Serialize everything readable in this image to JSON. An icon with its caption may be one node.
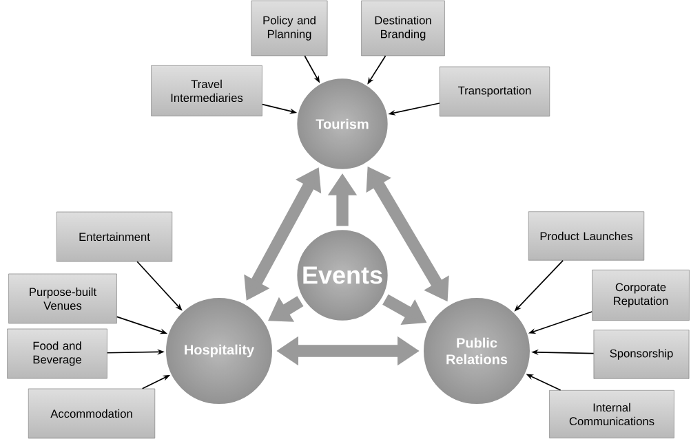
{
  "diagram": {
    "nodes": [
      {
        "text": [
          "Tourism"
        ]
      },
      {
        "text": [
          "Events"
        ]
      },
      {
        "text": [
          "Hospitality"
        ]
      },
      {
        "text": [
          "Public Relations"
        ]
      },
      {
        "text": [
          "Policy and Planning"
        ]
      },
      {
        "text": [
          "Destination Branding"
        ]
      },
      {
        "text": [
          "Travel Intermediaries"
        ]
      },
      {
        "text": [
          "Transportation"
        ]
      },
      {
        "text": [
          "Entertainment"
        ]
      },
      {
        "text": [
          "Purpose-built Venues"
        ]
      },
      {
        "text": [
          "Food and Beverage"
        ]
      },
      {
        "text": [
          "Accommodation"
        ]
      },
      {
        "text": [
          "Product Launches"
        ]
      },
      {
        "text": [
          "Corporate Reputation"
        ]
      },
      {
        "text": [
          "Sponsorship"
        ]
      },
      {
        "text": [
          "Internal Communications"
        ]
      }
    ],
    "edges": [
      {
        "from": 4,
        "to": 0,
        "arrow": "to"
      },
      {
        "from": 5,
        "to": 0,
        "arrow": "to"
      },
      {
        "from": 6,
        "to": 0,
        "arrow": "to"
      },
      {
        "from": 7,
        "to": 0,
        "arrow": "to"
      },
      {
        "from": 8,
        "to": 2,
        "arrow": "to"
      },
      {
        "from": 9,
        "to": 2,
        "arrow": "to"
      },
      {
        "from": 10,
        "to": 2,
        "arrow": "to"
      },
      {
        "from": 11,
        "to": 2,
        "arrow": "to"
      },
      {
        "from": 12,
        "to": 3,
        "arrow": "to"
      },
      {
        "from": 13,
        "to": 3,
        "arrow": "to"
      },
      {
        "from": 14,
        "to": 3,
        "arrow": "to"
      },
      {
        "from": 15,
        "to": 3,
        "arrow": "to"
      },
      {
        "from": 0,
        "to": 2,
        "arrow": "both",
        "style": "thick",
        "color": "#9a9a9a"
      },
      {
        "from": 0,
        "to": 3,
        "arrow": "both",
        "style": "thick",
        "color": "#9a9a9a"
      },
      {
        "from": 2,
        "to": 3,
        "arrow": "both",
        "style": "thick",
        "color": "#9a9a9a"
      },
      {
        "from": 1,
        "to": 0,
        "arrow": "to",
        "style": "thick",
        "color": "#9a9a9a"
      },
      {
        "from": 1,
        "to": 2,
        "arrow": "to",
        "style": "thick",
        "color": "#9a9a9a"
      },
      {
        "from": 1,
        "to": 3,
        "arrow": "to",
        "style": "thick",
        "color": "#9a9a9a"
      }
    ]
  }
}
